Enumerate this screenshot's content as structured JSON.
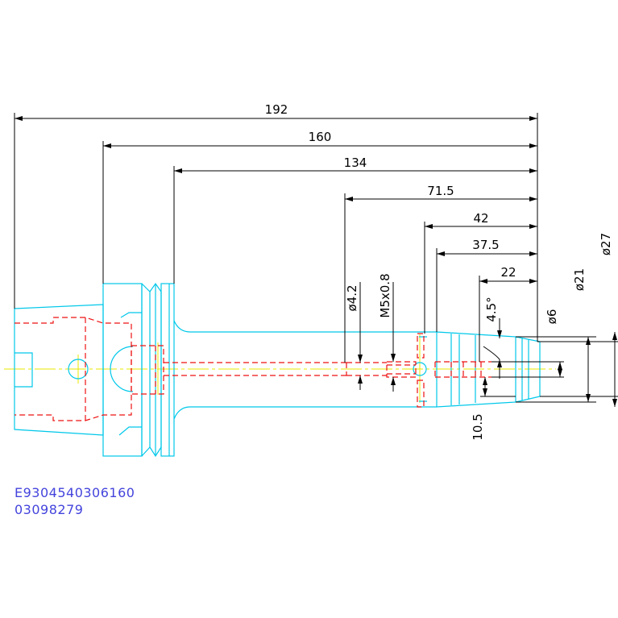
{
  "drawing": {
    "colors": {
      "outline": "#00c8ea",
      "hidden": "#ee1111",
      "centerline": "#e8e800",
      "dimension": "#000000",
      "code_text": "#4444dd"
    },
    "dimensions": {
      "len_192": "192",
      "len_160": "160",
      "len_134": "134",
      "len_71_5": "71.5",
      "len_42": "42",
      "len_37_5": "37.5",
      "len_22": "22",
      "dia_27": "ø27",
      "dia_21": "ø21",
      "dia_6": "ø6",
      "dia_4_2": "ø4.2",
      "thread": "M5x0.8",
      "angle": "4.5°",
      "len_10_5": "10.5"
    },
    "codes": {
      "line1": "E9304540306160",
      "line2": "03098279"
    }
  }
}
